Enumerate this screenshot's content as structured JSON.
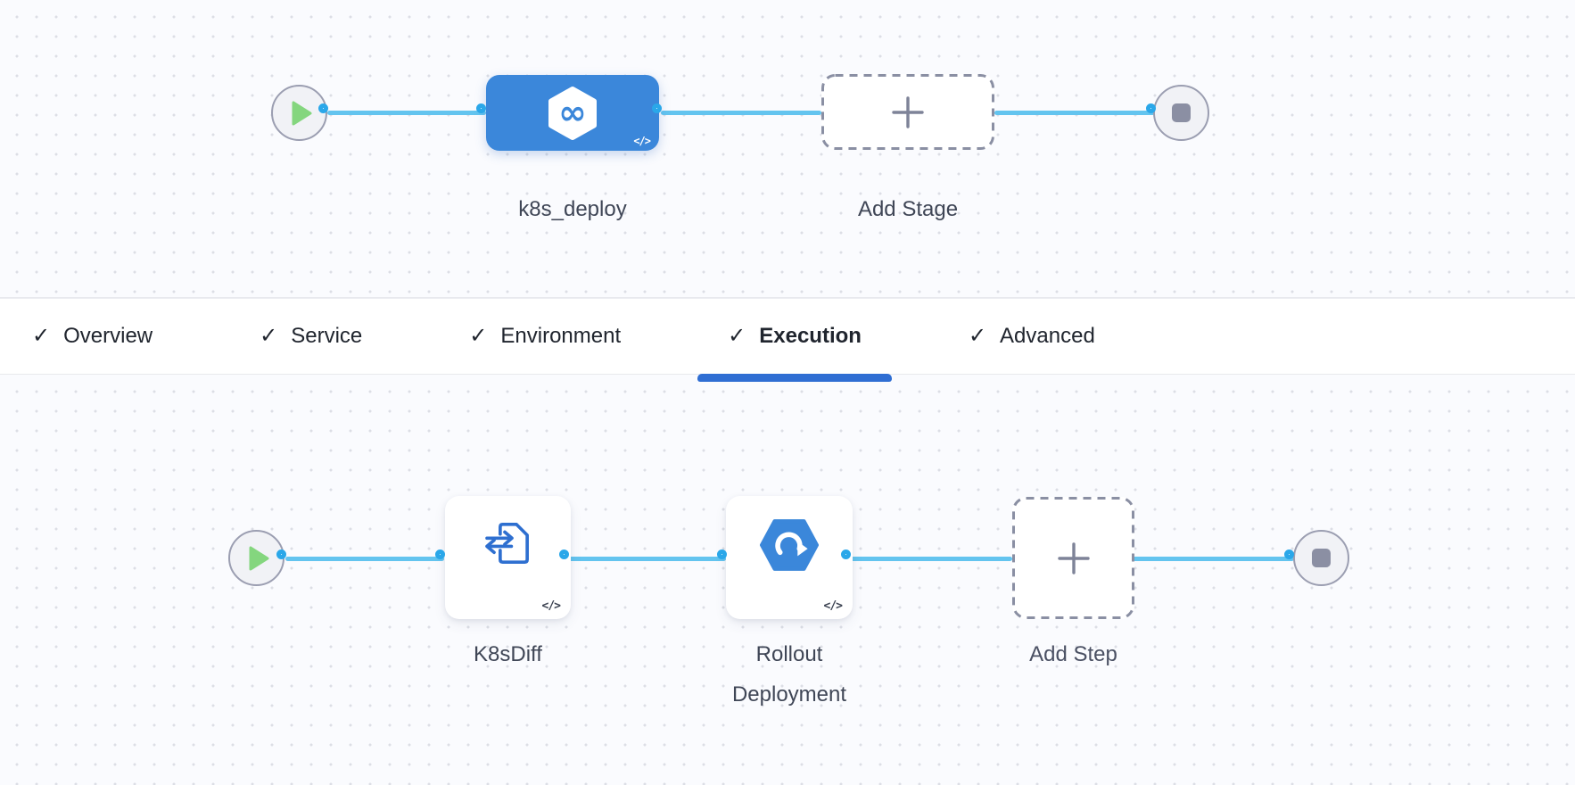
{
  "stage_pipeline": {
    "stage": {
      "label": "k8s_deploy",
      "code_badge": "</>",
      "logo_glyph": "∞"
    },
    "add_stage_label": "Add Stage"
  },
  "config_tabs": {
    "check_glyph": "✓",
    "items": [
      {
        "label": "Overview",
        "checked": true,
        "active": false
      },
      {
        "label": "Service",
        "checked": true,
        "active": false
      },
      {
        "label": "Environment",
        "checked": true,
        "active": false
      },
      {
        "label": "Execution",
        "checked": true,
        "active": true
      },
      {
        "label": "Advanced",
        "checked": true,
        "active": false
      }
    ]
  },
  "execution_pipeline": {
    "steps": [
      {
        "name": "K8sDiff",
        "code_badge": "</>"
      },
      {
        "name": "Rollout Deployment",
        "code_badge": "</>"
      }
    ],
    "add_step_label": "Add Step"
  },
  "colors": {
    "canvas_background": "#fafbfe",
    "stage_node_blue": "#3b87da",
    "connector_line_blue": "#63c4ef",
    "connector_port_blue": "#2aa7e9",
    "play_green": "#84d67e",
    "stop_gray": "#8b8fa3",
    "active_tab_underline": "#2f6ed3",
    "label_text": "#3f4656"
  }
}
